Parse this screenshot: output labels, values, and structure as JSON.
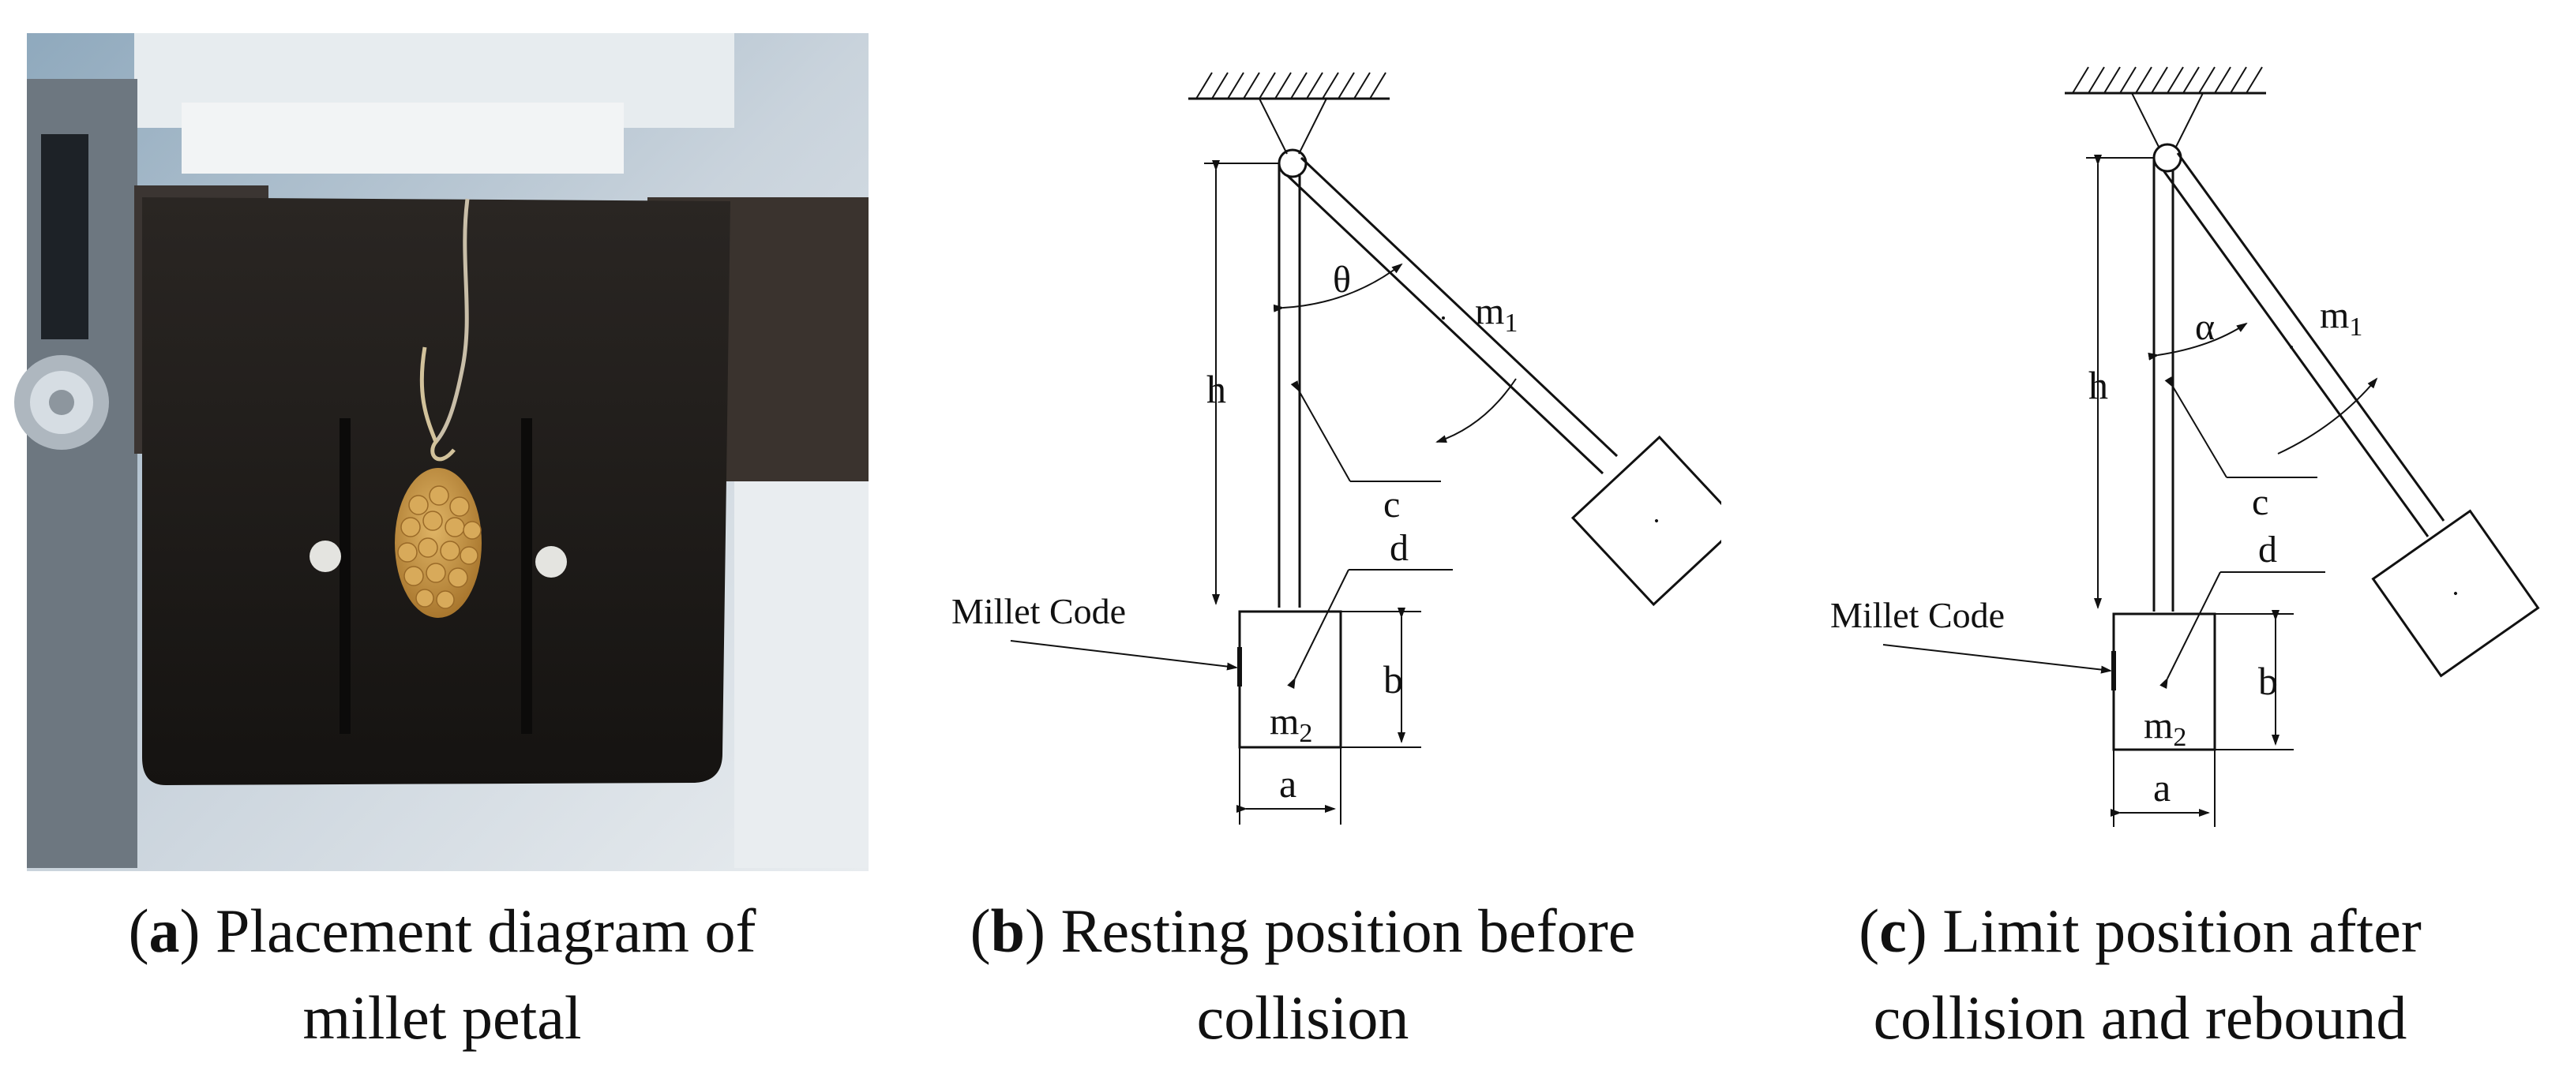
{
  "panels": [
    {
      "id": "a",
      "caption_letter": "a",
      "caption_line1": " Placement diagram of",
      "caption_line2": "millet petal"
    },
    {
      "id": "b",
      "caption_letter": "b",
      "caption_line1": " Resting position before",
      "caption_line2": "collision",
      "labels": {
        "theta": "θ",
        "m1": "m",
        "m1_sub": "1",
        "h": "h",
        "c": "c",
        "d": "d",
        "millet_code": "Millet Code",
        "m2": "m",
        "m2_sub": "2",
        "b": "b",
        "a": "a"
      }
    },
    {
      "id": "c",
      "caption_letter": "c",
      "caption_line1": " Limit position after",
      "caption_line2": "collision and rebound",
      "labels": {
        "alpha": "α",
        "m1": "m",
        "m1_sub": "1",
        "h": "h",
        "c": "c",
        "d": "d",
        "millet_code": "Millet Code",
        "m2": "m",
        "m2_sub": "2",
        "b": "b",
        "a": "a"
      }
    }
  ],
  "colors": {
    "photo_background": "#9eb3c4",
    "steel_plate": "#1c1a18",
    "millet": "#c89a48",
    "line": "#111111"
  }
}
